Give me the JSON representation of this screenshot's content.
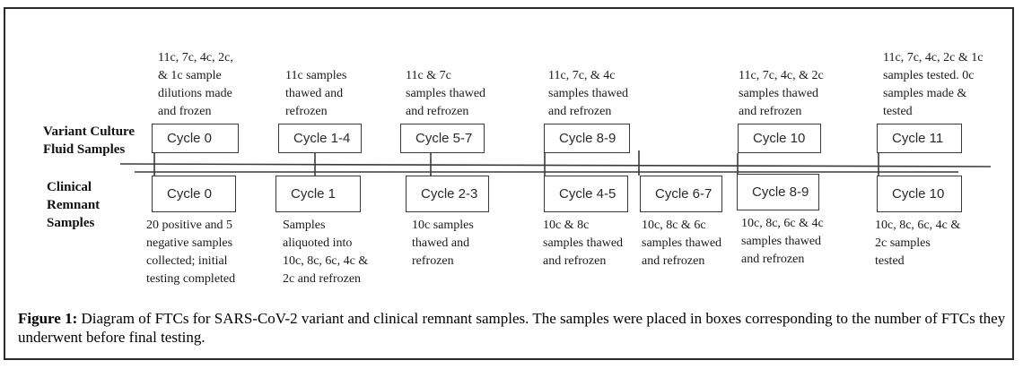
{
  "figure": {
    "variant_row": {
      "label": "Variant Culture\nFluid Samples",
      "boxes": [
        {
          "label": "Cycle 0",
          "annotation": "11c, 7c, 4c, 2c,\n& 1c sample\ndilutions made\nand frozen"
        },
        {
          "label": "Cycle 1-4",
          "annotation": "11c samples\nthawed and\nrefrozen"
        },
        {
          "label": "Cycle 5-7",
          "annotation": "11c & 7c\nsamples thawed\nand refrozen"
        },
        {
          "label": "Cycle 8-9",
          "annotation": "11c, 7c, & 4c\nsamples thawed\nand refrozen"
        },
        {
          "label": "Cycle 10",
          "annotation": "11c, 7c, 4c, & 2c\nsamples thawed\nand refrozen"
        },
        {
          "label": "Cycle 11",
          "annotation": "11c, 7c, 4c, 2c & 1c\nsamples tested. 0c\nsamples made &\ntested"
        }
      ]
    },
    "clinical_row": {
      "label": "Clinical\nRemnant\nSamples",
      "boxes": [
        {
          "label": "Cycle 0",
          "annotation": "20 positive and 5\nnegative samples\ncollected; initial\ntesting completed"
        },
        {
          "label": "Cycle 1",
          "annotation": "Samples\naliquoted into\n10c, 8c, 6c, 4c &\n2c and refrozen"
        },
        {
          "label": "Cycle 2-3",
          "annotation": "10c samples\nthawed and\nrefrozen"
        },
        {
          "label": "Cycle 4-5",
          "annotation": "10c & 8c\nsamples thawed\nand refrozen"
        },
        {
          "label": "Cycle 6-7",
          "annotation": "10c, 8c & 6c\nsamples thawed\nand refrozen"
        },
        {
          "label": "Cycle 8-9",
          "annotation": "10c, 8c, 6c & 4c\nsamples thawed\nand refrozen"
        },
        {
          "label": "Cycle 10",
          "annotation": "10c, 8c, 6c, 4c &\n2c samples\ntested"
        }
      ]
    }
  },
  "caption": {
    "prefix": "Figure 1:",
    "body": " Diagram of FTCs for SARS-CoV-2 variant and clinical remnant samples. The samples were placed in boxes corresponding to the number of FTCs they underwent before final testing."
  },
  "colors": {
    "line": "#3a3a3a",
    "text": "#1b1b1b",
    "background": "#ffffff"
  }
}
